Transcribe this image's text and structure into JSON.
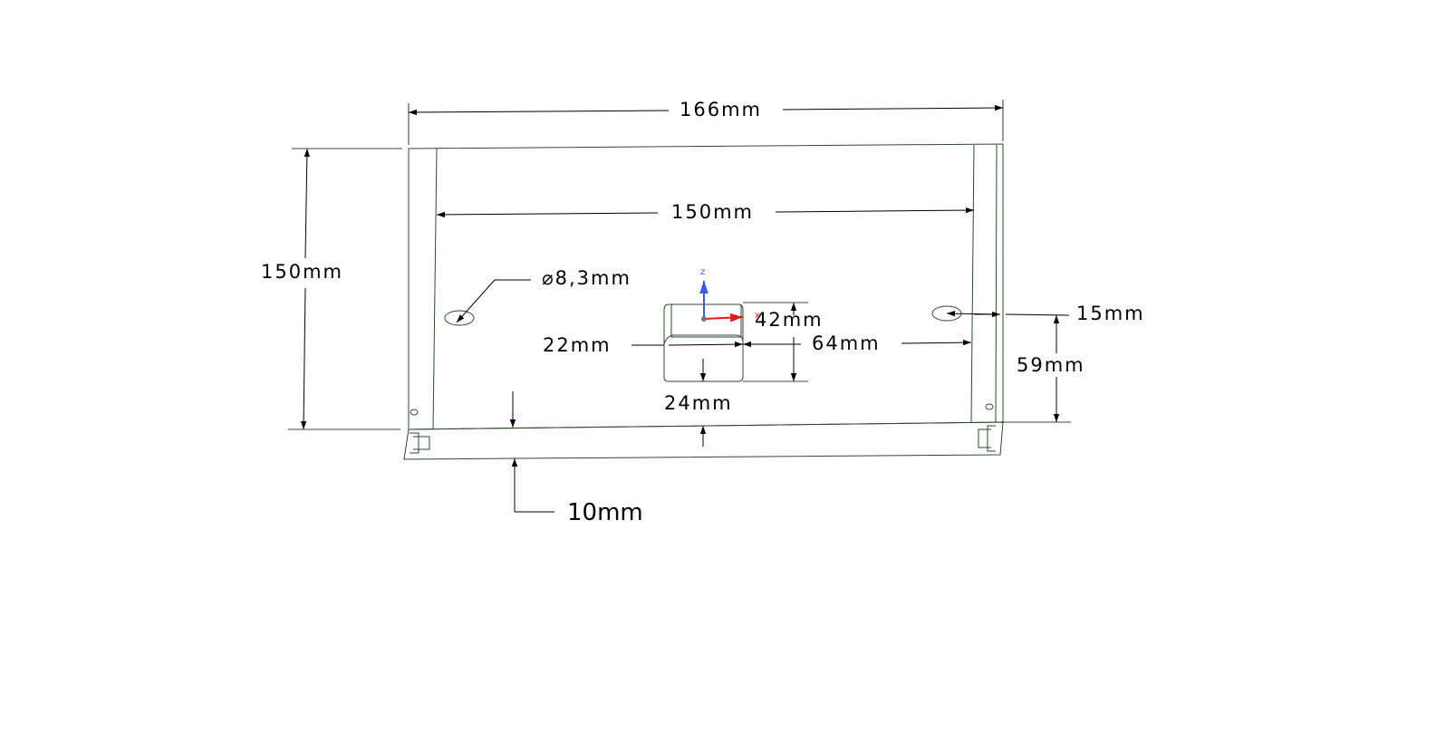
{
  "colors": {
    "plate": "#9dc19d",
    "plate_bottom": "#95b995",
    "hole": "#2ec7e6",
    "background": "#ffffff",
    "axis_x": "#e21c1c",
    "axis_z": "#3a5bd9"
  },
  "dimensions": {
    "overall_width": "166mm",
    "inner_width": "150mm",
    "height": "150mm",
    "hole_diameter": "⌀8,3mm",
    "cutout_height": "42mm",
    "cutout_width": "22mm",
    "cutout_to_edge": "64mm",
    "cutout_depth": "24mm",
    "hole_edge_offset": "15mm",
    "hole_height": "59mm",
    "lip": "10mm"
  },
  "axes": {
    "z_label": "z",
    "x_label": "x"
  }
}
